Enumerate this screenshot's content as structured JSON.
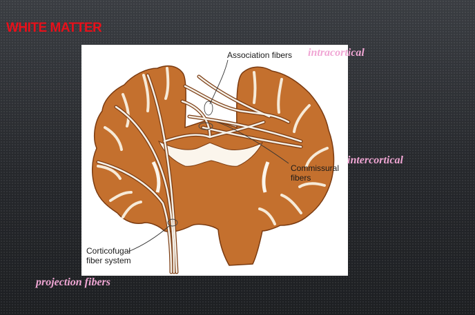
{
  "slide": {
    "title": "WHITE MATTER"
  },
  "figure": {
    "labels": {
      "association": "Association fibers",
      "commissural_line1": "Commissural",
      "commissural_line2": "fibers",
      "corticofugal_line1": "Corticofugal",
      "corticofugal_line2": "fiber system"
    },
    "colors": {
      "cortex": "#c4702e",
      "cortex_edge": "#7a3a10",
      "fiber": "#f4efe6"
    }
  },
  "annotations": {
    "intracortical": "intracortical",
    "intercortical": "intercortical",
    "projection": "projection fibers"
  },
  "colors": {
    "title": "#e8101a",
    "annotation": "#f0a6d4"
  }
}
